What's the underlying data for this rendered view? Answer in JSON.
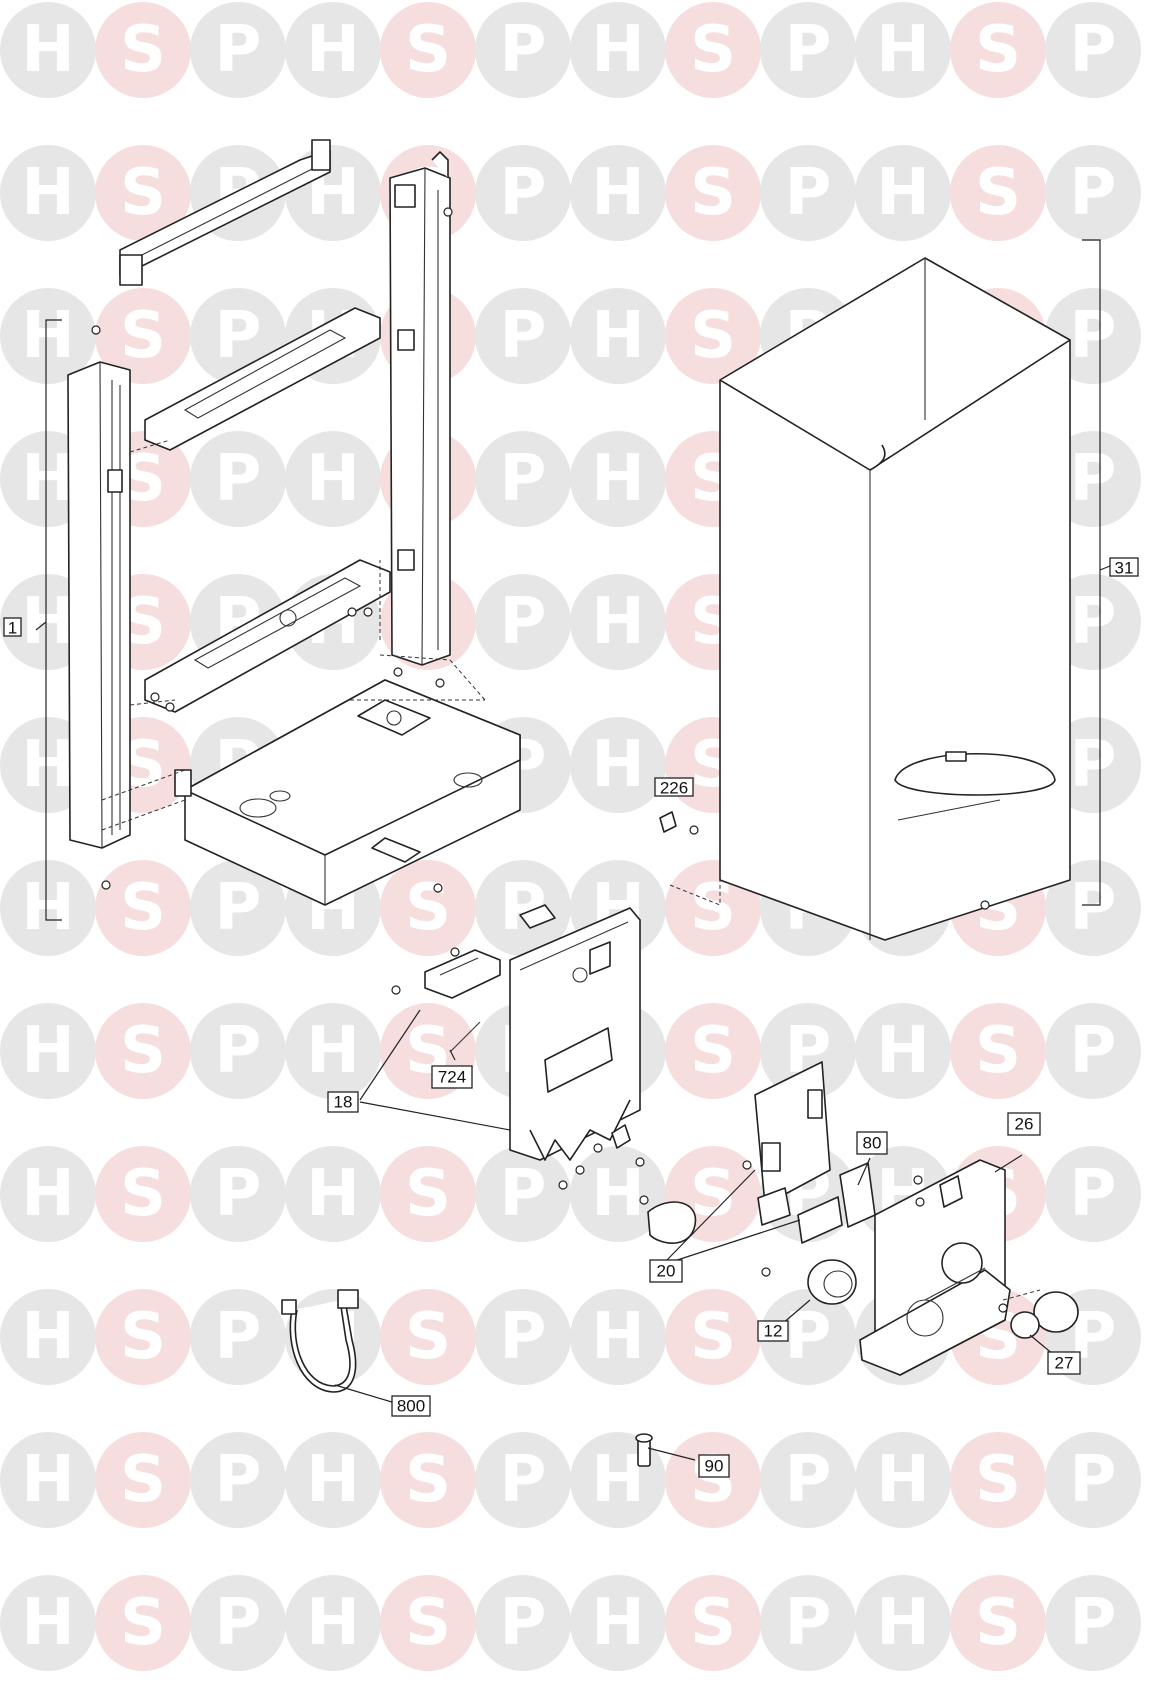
{
  "watermark": {
    "letters": [
      "H",
      "S",
      "P"
    ]
  },
  "colors": {
    "watermark_grey": "#e6e6e6",
    "watermark_red": "#f7dede",
    "line": "#222222"
  },
  "callouts": [
    {
      "id": "1",
      "label": "1"
    },
    {
      "id": "31",
      "label": "31"
    },
    {
      "id": "226",
      "label": "226"
    },
    {
      "id": "724",
      "label": "724"
    },
    {
      "id": "18",
      "label": "18"
    },
    {
      "id": "80",
      "label": "80"
    },
    {
      "id": "26",
      "label": "26"
    },
    {
      "id": "20",
      "label": "20"
    },
    {
      "id": "12",
      "label": "12"
    },
    {
      "id": "27",
      "label": "27"
    },
    {
      "id": "800",
      "label": "800"
    },
    {
      "id": "90",
      "label": "90"
    }
  ]
}
